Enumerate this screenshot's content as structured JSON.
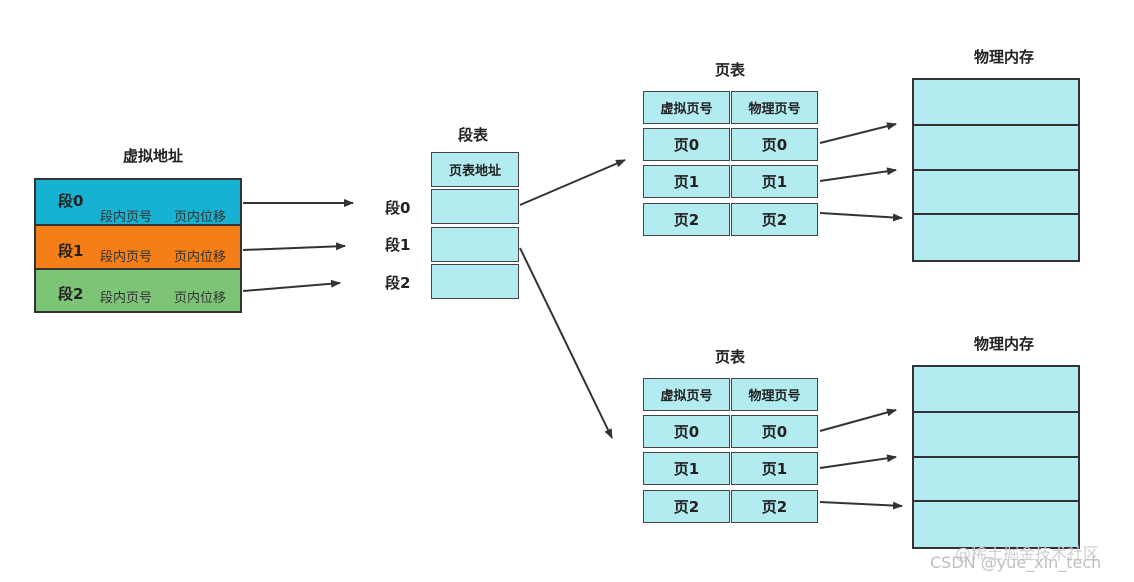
{
  "virtual_address": {
    "title": "虚拟地址",
    "rows": [
      {
        "name": "段0",
        "field1": "段内页号",
        "field2": "页内位移",
        "color": "#17b1d2"
      },
      {
        "name": "段1",
        "field1": "段内页号",
        "field2": "页内位移",
        "color": "#f47e17"
      },
      {
        "name": "段2",
        "field1": "段内页号",
        "field2": "页内位移",
        "color": "#7cc576"
      }
    ]
  },
  "segment_table": {
    "title": "段表",
    "header": "页表地址",
    "labels": [
      "段0",
      "段1",
      "段2"
    ]
  },
  "page_tables": [
    {
      "title": "页表",
      "headers": [
        "虚拟页号",
        "物理页号"
      ],
      "rows": [
        [
          "页0",
          "页0"
        ],
        [
          "页1",
          "页1"
        ],
        [
          "页2",
          "页2"
        ]
      ]
    },
    {
      "title": "页表",
      "headers": [
        "虚拟页号",
        "物理页号"
      ],
      "rows": [
        [
          "页0",
          "页0"
        ],
        [
          "页1",
          "页1"
        ],
        [
          "页2",
          "页2"
        ]
      ]
    }
  ],
  "physical_memory": [
    {
      "title": "物理内存"
    },
    {
      "title": "物理内存"
    }
  ],
  "watermark": "CSDN @yue_xin_tech",
  "watermark_overlay": "@稀土掘金技术社区",
  "colors": {
    "cell_fill": "#b2ebf0",
    "stroke": "#333333"
  }
}
